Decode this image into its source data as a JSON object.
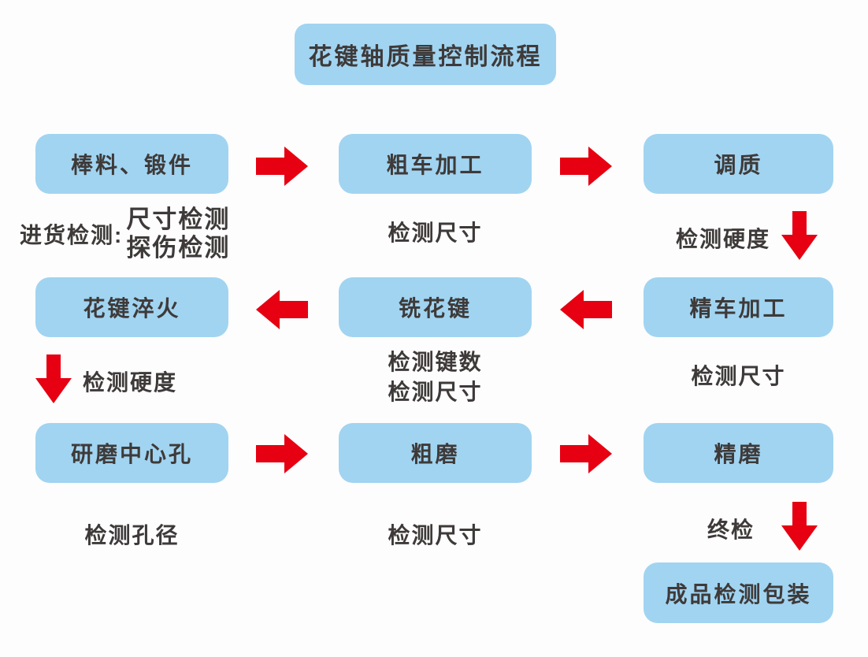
{
  "title": "花键轴质量控制流程",
  "colors": {
    "box_fill": "#A1D4F1",
    "arrow_red": "#E60012",
    "text": "#3E3A39",
    "background": "#FDFDFD"
  },
  "steps": {
    "raw_material": "棒料、锻件",
    "rough_turning": "粗车加工",
    "quench_temper": "调质",
    "spline_quench": "花键淬火",
    "spline_milling": "铣花键",
    "finish_turning": "精车加工",
    "grind_center_hole": "研磨中心孔",
    "rough_grind": "粗磨",
    "finish_grind": "精磨",
    "final_product": "成品检测包装"
  },
  "inspections": {
    "incoming_label": "进货检测:",
    "incoming_item1": "尺寸检测",
    "incoming_item2": "探伤检测",
    "after_rough_turning": "检测尺寸",
    "after_quench_temper": "检测硬度",
    "after_spline_quench": "检测硬度",
    "after_spline_milling_1": "检测键数",
    "after_spline_milling_2": "检测尺寸",
    "after_finish_turning": "检测尺寸",
    "after_grind_center_hole": "检测孔径",
    "after_rough_grind": "检测尺寸",
    "final_check": "终检"
  }
}
